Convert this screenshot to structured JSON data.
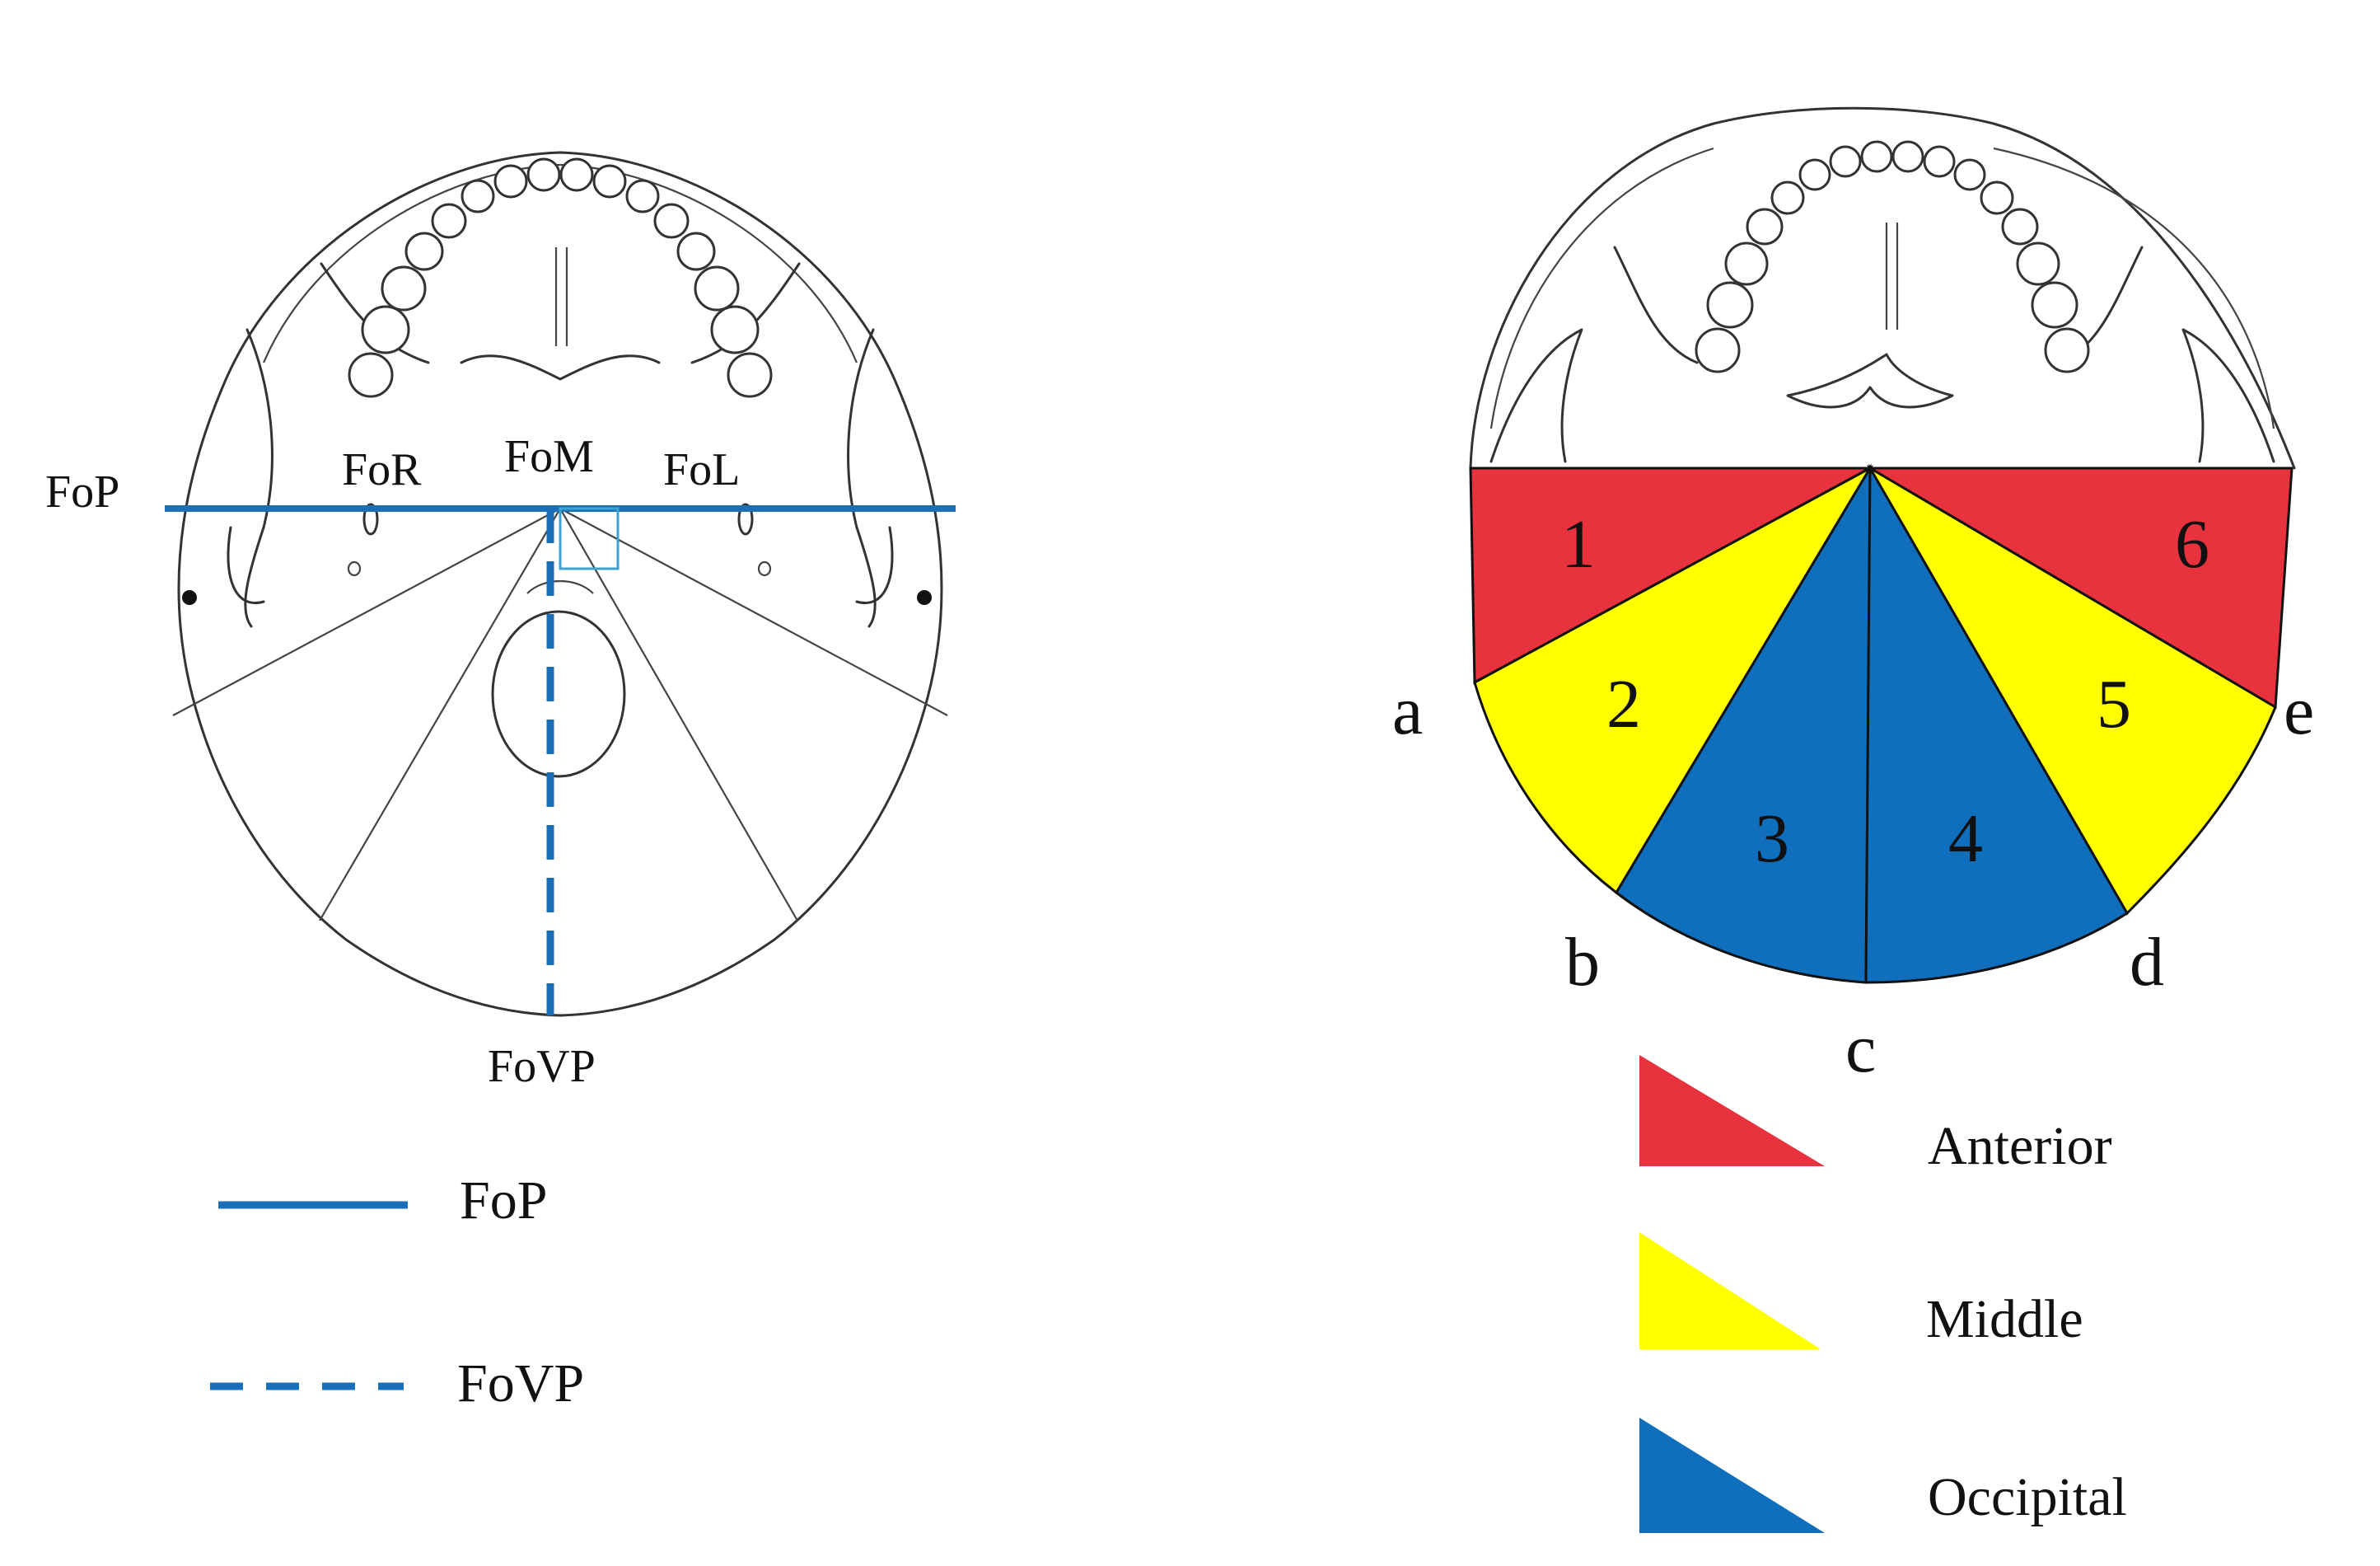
{
  "left_panel": {
    "labels": {
      "fop": "FoP",
      "for": "FoR",
      "fom": "FoM",
      "fol": "FoL",
      "fovp": "FoVP"
    },
    "legend": [
      {
        "style": "solid",
        "label": "FoP"
      },
      {
        "style": "dashed",
        "label": "FoVP"
      }
    ]
  },
  "right_panel": {
    "sectors": [
      {
        "number": "1",
        "region": "anterior"
      },
      {
        "number": "2",
        "region": "middle"
      },
      {
        "number": "3",
        "region": "occipital"
      },
      {
        "number": "4",
        "region": "occipital"
      },
      {
        "number": "5",
        "region": "middle"
      },
      {
        "number": "6",
        "region": "anterior"
      }
    ],
    "boundary_points": [
      "a",
      "b",
      "c",
      "d",
      "e"
    ],
    "legend": [
      {
        "color": "#e8333f",
        "label": "Anterior"
      },
      {
        "color": "#ffff00",
        "label": "Middle"
      },
      {
        "color": "#0f6fbd",
        "label": "Occipital"
      }
    ]
  },
  "colors": {
    "line_blue": "#1a6fb8",
    "right_angle_box": "#3aa3d8",
    "anterior": "#e8333f",
    "middle": "#ffff00",
    "occipital": "#0f6fbd"
  }
}
